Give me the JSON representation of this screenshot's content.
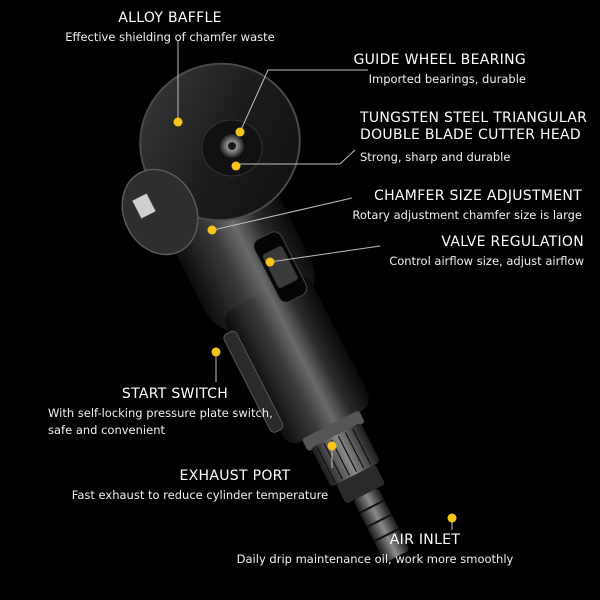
{
  "features": {
    "alloy_baffle": {
      "title": "ALLOY BAFFLE",
      "desc": "Effective shielding of chamfer waste"
    },
    "guide_wheel_bearing": {
      "title": "GUIDE WHEEL BEARING",
      "desc": "Imported bearings, durable"
    },
    "cutter_head": {
      "title_line1": "TUNGSTEN STEEL TRIANGULAR",
      "title_line2": "DOUBLE BLADE CUTTER HEAD",
      "desc": "Strong, sharp and durable"
    },
    "chamfer_size": {
      "title": "CHAMFER SIZE ADJUSTMENT",
      "desc": "Rotary adjustment chamfer size is large"
    },
    "valve_regulation": {
      "title": "VALVE REGULATION",
      "desc": "Control airflow size, adjust airflow"
    },
    "start_switch": {
      "title": "START SWITCH",
      "desc_line1": "With self-locking pressure plate switch,",
      "desc_line2": "safe and convenient"
    },
    "exhaust_port": {
      "title": "EXHAUST PORT",
      "desc": "Fast exhaust to reduce cylinder temperature"
    },
    "air_inlet": {
      "title": "AIR INLET",
      "desc": "Daily drip maintenance oil, work more smoothly"
    }
  },
  "colors": {
    "background": "#000000",
    "callout_dot": "#f5c518",
    "leader_line": "#bfbfbf",
    "text": "#ffffff"
  }
}
